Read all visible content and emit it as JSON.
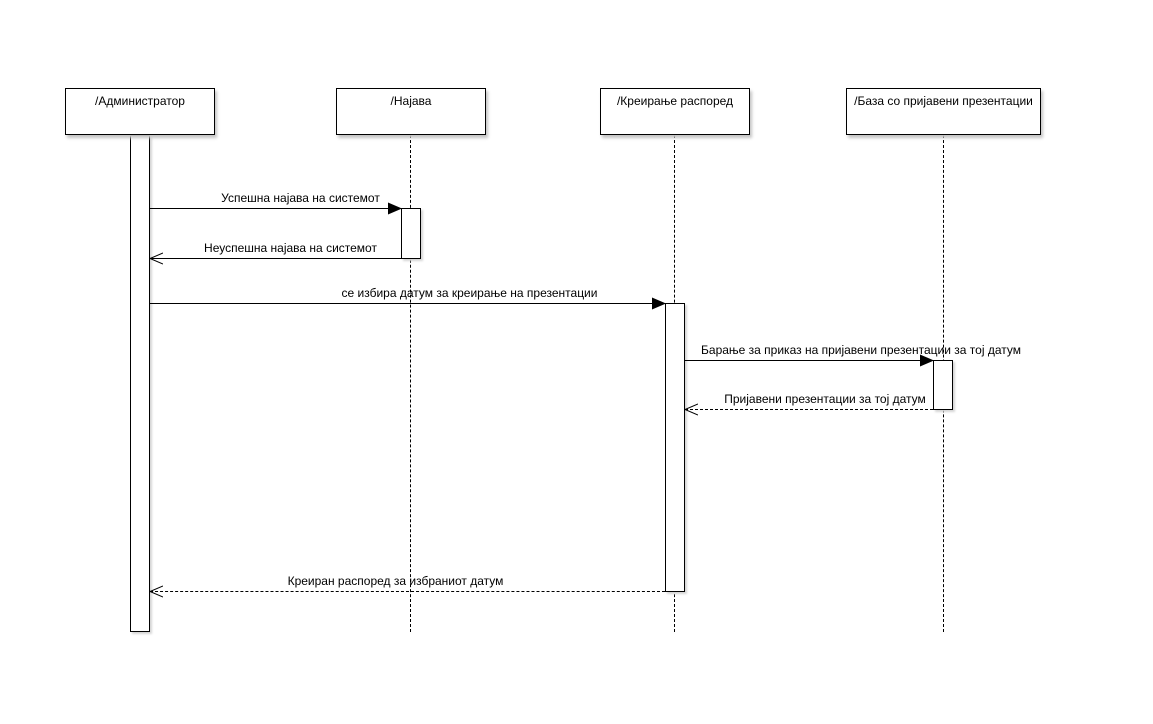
{
  "diagram": {
    "type": "uml-sequence-diagram",
    "colors": {
      "background": "#ffffff",
      "line": "#000000",
      "box_fill": "#ffffff",
      "shadow": "#c4c4c4"
    },
    "lifelines": [
      {
        "name": "/Администратор"
      },
      {
        "name": "/Најава"
      },
      {
        "name": "/Креирање распоред"
      },
      {
        "name": "/База со пријавени презентации"
      }
    ],
    "messages": [
      {
        "label": "Успешна најава на системот",
        "from": "/Администратор",
        "to": "/Најава",
        "line": "solid",
        "arrowhead": "filled"
      },
      {
        "label": "Неуспешна најава на системот",
        "from": "/Најава",
        "to": "/Администратор",
        "line": "solid",
        "arrowhead": "open"
      },
      {
        "label": "се избира датум за креирање на презентации",
        "from": "/Администратор",
        "to": "/Креирање распоред",
        "line": "solid",
        "arrowhead": "filled"
      },
      {
        "label": "Барање за приказ на пријавени презентации за тој датум",
        "from": "/Креирање распоред",
        "to": "/База со пријавени презентации",
        "line": "solid",
        "arrowhead": "filled"
      },
      {
        "label": "Пријавени презентации за тој датум",
        "from": "/База со пријавени презентации",
        "to": "/Креирање распоред",
        "line": "dashed",
        "arrowhead": "open"
      },
      {
        "label": "Креиран распоред за избраниот датум",
        "from": "/Креирање распоред",
        "to": "/Администратор",
        "line": "dashed",
        "arrowhead": "open"
      }
    ]
  }
}
